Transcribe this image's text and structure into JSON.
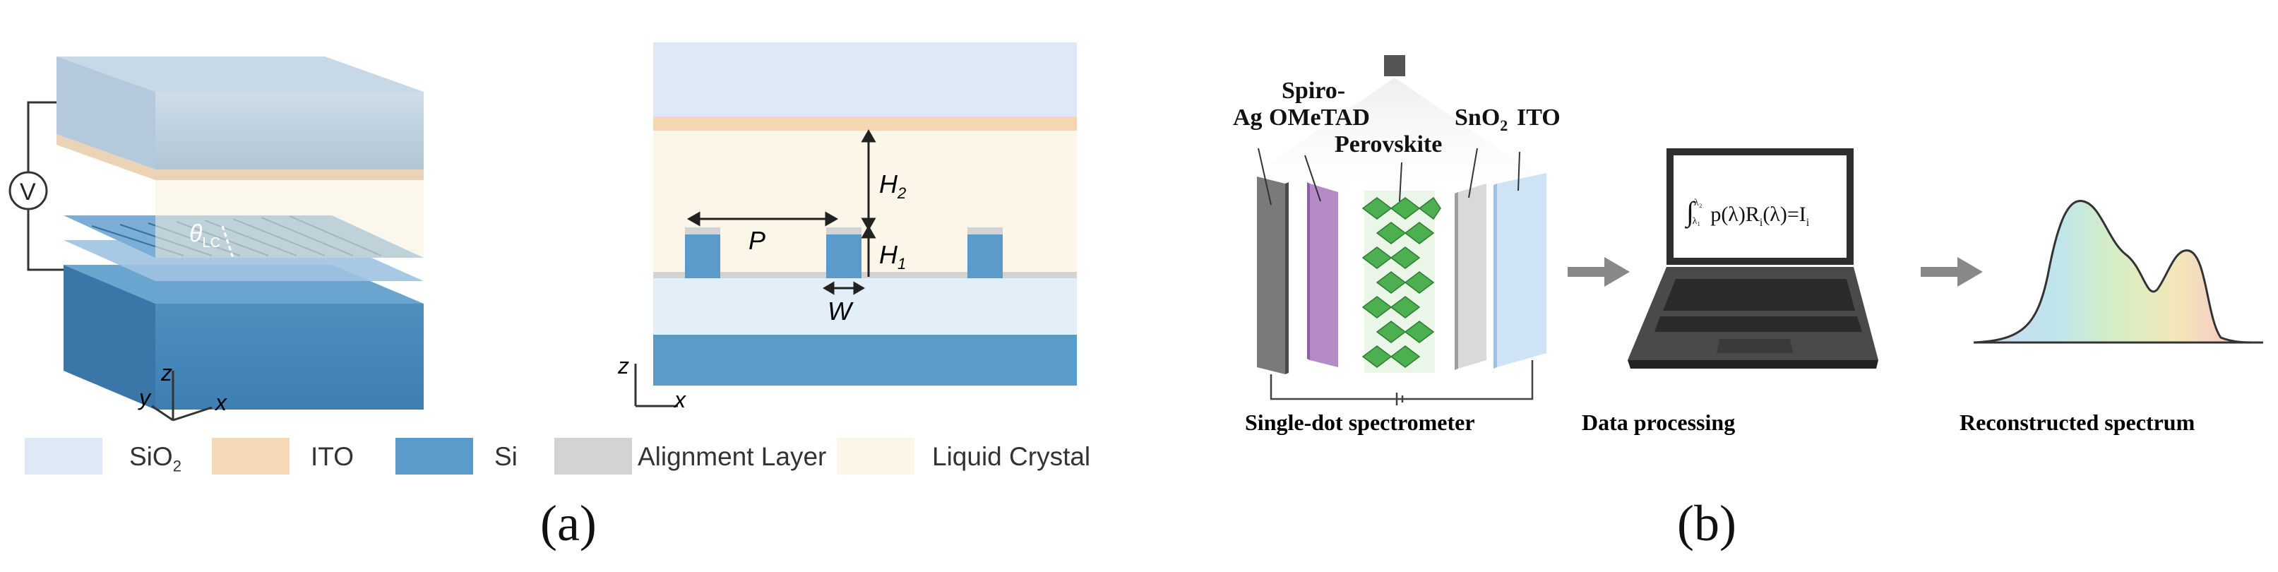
{
  "panel_a": {
    "voltage_symbol": "V",
    "theta_label": "θ",
    "theta_sub": "LC",
    "axes_3d": {
      "z": "z",
      "y": "y",
      "x": "x"
    },
    "cross_section": {
      "H2": "H",
      "H2_sub": "2",
      "H1": "H",
      "H1_sub": "1",
      "P": "P",
      "W": "W",
      "axis_z": "z",
      "axis_x": "x"
    },
    "legend": [
      {
        "label": "SiO",
        "sub": "2",
        "color": "#ddeaf6"
      },
      {
        "label": "ITO",
        "sub": "",
        "color": "#f7d9b8"
      },
      {
        "label": "Si",
        "sub": "",
        "color": "#5b9bc9"
      },
      {
        "label": "Alignment Layer",
        "sub": "",
        "color": "#d3d3d3"
      },
      {
        "label": "Liquid Crystal",
        "sub": "",
        "color": "#fcf6e8"
      }
    ],
    "caption": "(a)"
  },
  "panel_b": {
    "layers": {
      "ag": "Ag",
      "spiro_line1": "Spiro-",
      "spiro_line2": "OMeTAD",
      "perovskite": "Perovskite",
      "sno2": "SnO",
      "sno2_sub": "2",
      "ito": "ITO"
    },
    "equation": {
      "integral_upper": "λ₂",
      "integral_lower": "λ₁",
      "body": "p(λ)R",
      "body_sub": "i",
      "body_tail": "(λ)=I",
      "tail_sub": "i"
    },
    "step_labels": {
      "spectrometer": "Single-dot spectrometer",
      "processing": "Data processing",
      "reconstructed": "Reconstructed spectrum"
    },
    "caption": "(b)"
  },
  "colors": {
    "sio2": "#ddeaf6",
    "ito": "#f7d9b8",
    "si": "#5b9bc9",
    "alignment": "#d3d3d3",
    "liquid_crystal": "#fcf6e8",
    "spiro": "#b48ac7",
    "perovskite": "#5cbf5a",
    "arrow": "#888888"
  }
}
